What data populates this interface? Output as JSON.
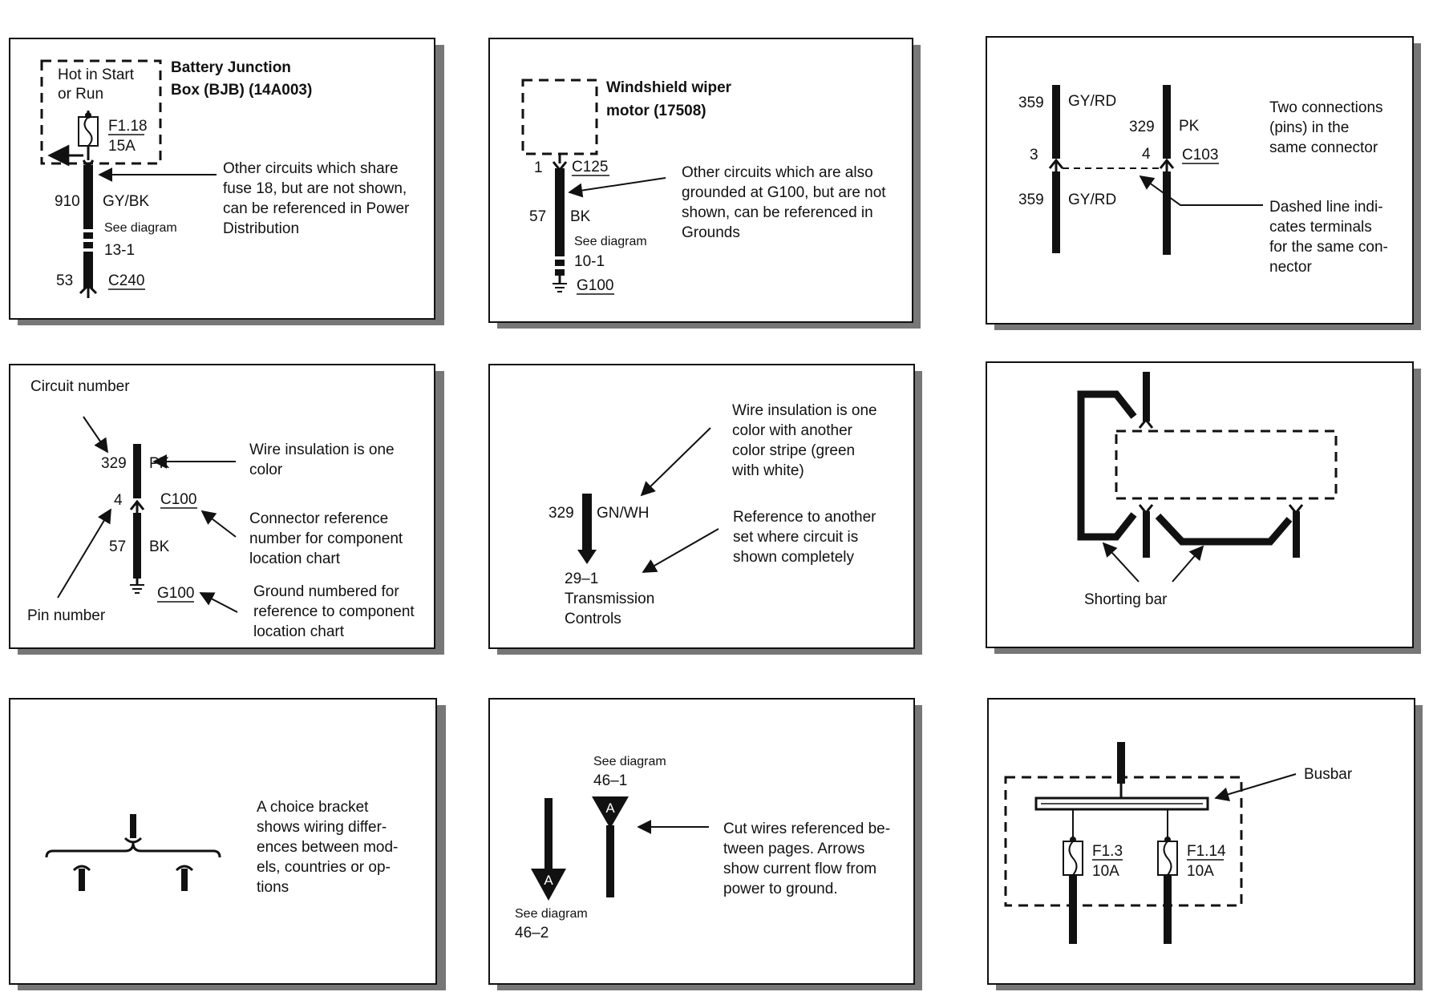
{
  "panels": {
    "bjb": {
      "hot_label_1": "Hot in Start",
      "hot_label_2": "or Run",
      "title_1": "Battery Junction",
      "title_2": "Box (BJB) (14A003)",
      "fuse_id": "F1.18",
      "fuse_rating": "15A",
      "circuit_top": "910",
      "wire_color": "GY/BK",
      "see_1": "See diagram",
      "see_2": "13-1",
      "pin_bottom": "53",
      "connector": "C240",
      "note": [
        "Other circuits which share",
        "fuse 18, but are not shown,",
        "can be referenced in Power",
        "Distribution"
      ]
    },
    "wiper": {
      "title_1": "Windshield wiper",
      "title_2": "motor (17508)",
      "pin": "1",
      "connector": "C125",
      "circuit": "57",
      "wire_color": "BK",
      "see_1": "See diagram",
      "see_2": "10-1",
      "ground": "G100",
      "note": [
        "Other circuits which are also",
        "grounded at G100, but are not",
        "shown, can be referenced in",
        "Grounds"
      ]
    },
    "connector": {
      "left_circuit_top": "359",
      "left_color_top": "GY/RD",
      "right_circuit": "329",
      "right_color": "PK",
      "left_pin": "3",
      "right_pin": "4",
      "connector": "C103",
      "left_circuit_bottom": "359",
      "left_color_bottom": "GY/RD",
      "note_top": [
        "Two connections",
        "(pins) in the",
        "same connector"
      ],
      "note_bottom": [
        "Dashed line indi-",
        "cates terminals",
        "for the same con-",
        "nector"
      ]
    },
    "legend": {
      "circuit_number_label": "Circuit number",
      "circuit": "329",
      "color_top": "PK",
      "pin": "4",
      "connector": "C100",
      "circuit_bottom": "57",
      "color_bottom": "BK",
      "ground": "G100",
      "pin_number_label": "Pin number",
      "note_insulation": [
        "Wire insulation is one",
        "color"
      ],
      "note_connector": [
        "Connector reference",
        "number for component",
        "location chart"
      ],
      "note_ground": [
        "Ground numbered for",
        "reference to component",
        "location chart"
      ]
    },
    "stripe": {
      "note_stripe": [
        "Wire insulation is one",
        "color with another",
        "color stripe (green",
        "with white)"
      ],
      "circuit": "329",
      "wire_color": "GN/WH",
      "ref_1": "29–1",
      "ref_2": "Transmission",
      "ref_3": "Controls",
      "note_ref": [
        "Reference to another",
        "set where circuit is",
        "shown completely"
      ]
    },
    "shorting": {
      "label": "Shorting bar"
    },
    "choice": {
      "note": [
        "A choice bracket",
        "shows wiring differ-",
        "ences between mod-",
        "els, countries or op-",
        "tions"
      ]
    },
    "cut": {
      "see_top_1": "See diagram",
      "see_top_2": "46–1",
      "marker_top": "A",
      "marker_bottom": "A",
      "see_bottom_1": "See diagram",
      "see_bottom_2": "46–2",
      "note": [
        "Cut wires referenced be-",
        "tween pages. Arrows",
        "show current flow from",
        "power to ground."
      ]
    },
    "busbar": {
      "label": "Busbar",
      "fuse1_id": "F1.3",
      "fuse1_rating": "10A",
      "fuse2_id": "F1.14",
      "fuse2_rating": "10A"
    }
  },
  "colors": {
    "ink": "#111111",
    "shadow": "#555555",
    "paper": "#ffffff"
  }
}
